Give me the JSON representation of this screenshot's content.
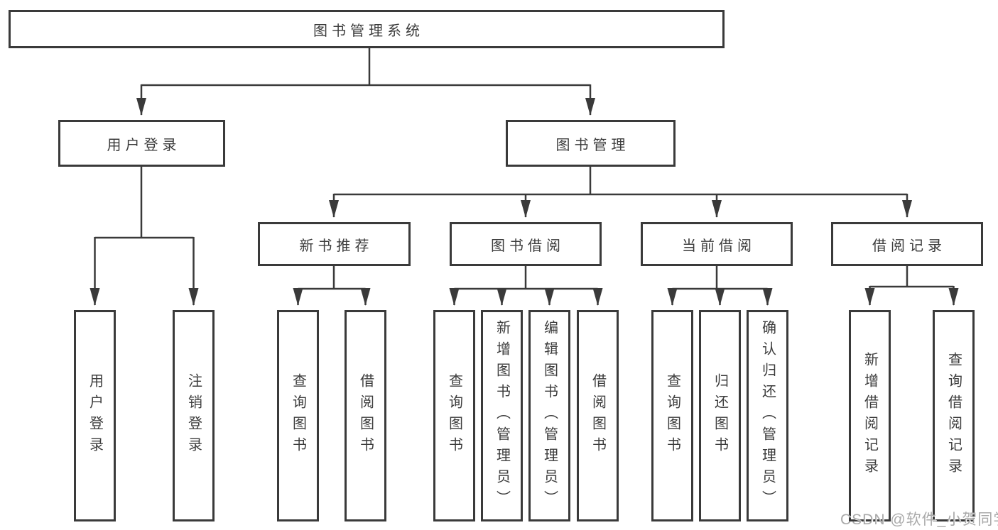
{
  "tree": {
    "root": "图书管理系统",
    "user_login": {
      "label": "用户登录",
      "children": [
        "用户登录",
        "注销登录"
      ]
    },
    "book_mgmt": {
      "label": "图书管理",
      "sections": [
        {
          "label": "新书推荐",
          "children": [
            "查询图书",
            "借阅图书"
          ]
        },
        {
          "label": "图书借阅",
          "children": [
            "查询图书",
            "新增图书（管理员）",
            "编辑图书（管理员）",
            "借阅图书"
          ]
        },
        {
          "label": "当前借阅",
          "children": [
            "查询图书",
            "归还图书",
            "确认归还（管理员）"
          ]
        },
        {
          "label": "借阅记录",
          "children": [
            "新增借阅记录",
            "查询借阅记录"
          ]
        }
      ]
    }
  },
  "watermark": "CSDN @软件_小贺同学",
  "colors": {
    "line": "#3a3a3a",
    "border": "#3a3a3a",
    "text": "#3c3c3c",
    "watermark": "#a9a9a9",
    "background": "#ffffff"
  }
}
